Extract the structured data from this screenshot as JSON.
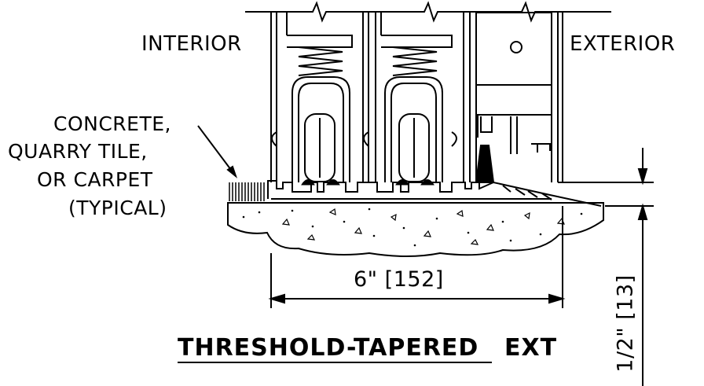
{
  "labels": {
    "interior": "INTERIOR",
    "exterior": "EXTERIOR",
    "concrete": "CONCRETE,",
    "quarry": "QUARRY TILE,",
    "carpet": "OR CARPET",
    "typical": "(TYPICAL)",
    "width_dim": "6\" [152]",
    "title_main": "THRESHOLD-TAPERED",
    "title_ext": "EXT",
    "height_dim": "1/2\" [13]"
  },
  "colors": {
    "ink": "#000000",
    "paper": "#ffffff"
  }
}
